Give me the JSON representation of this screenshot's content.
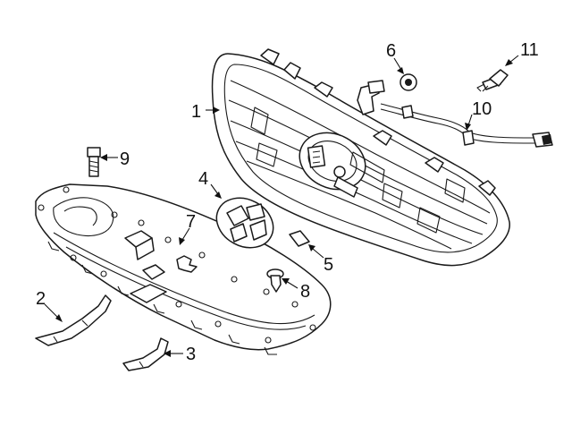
{
  "callouts": [
    {
      "id": "grille",
      "label": "1"
    },
    {
      "id": "bracket-left",
      "label": "2"
    },
    {
      "id": "bracket-right",
      "label": "3"
    },
    {
      "id": "emblem",
      "label": "4"
    },
    {
      "id": "clip-square",
      "label": "5"
    },
    {
      "id": "nut",
      "label": "6"
    },
    {
      "id": "shield",
      "label": "7"
    },
    {
      "id": "push-pin",
      "label": "8"
    },
    {
      "id": "bolt",
      "label": "9"
    },
    {
      "id": "harness",
      "label": "10"
    },
    {
      "id": "screw",
      "label": "11"
    }
  ],
  "colors": {
    "line": "#1a1a1a",
    "background": "#ffffff"
  }
}
